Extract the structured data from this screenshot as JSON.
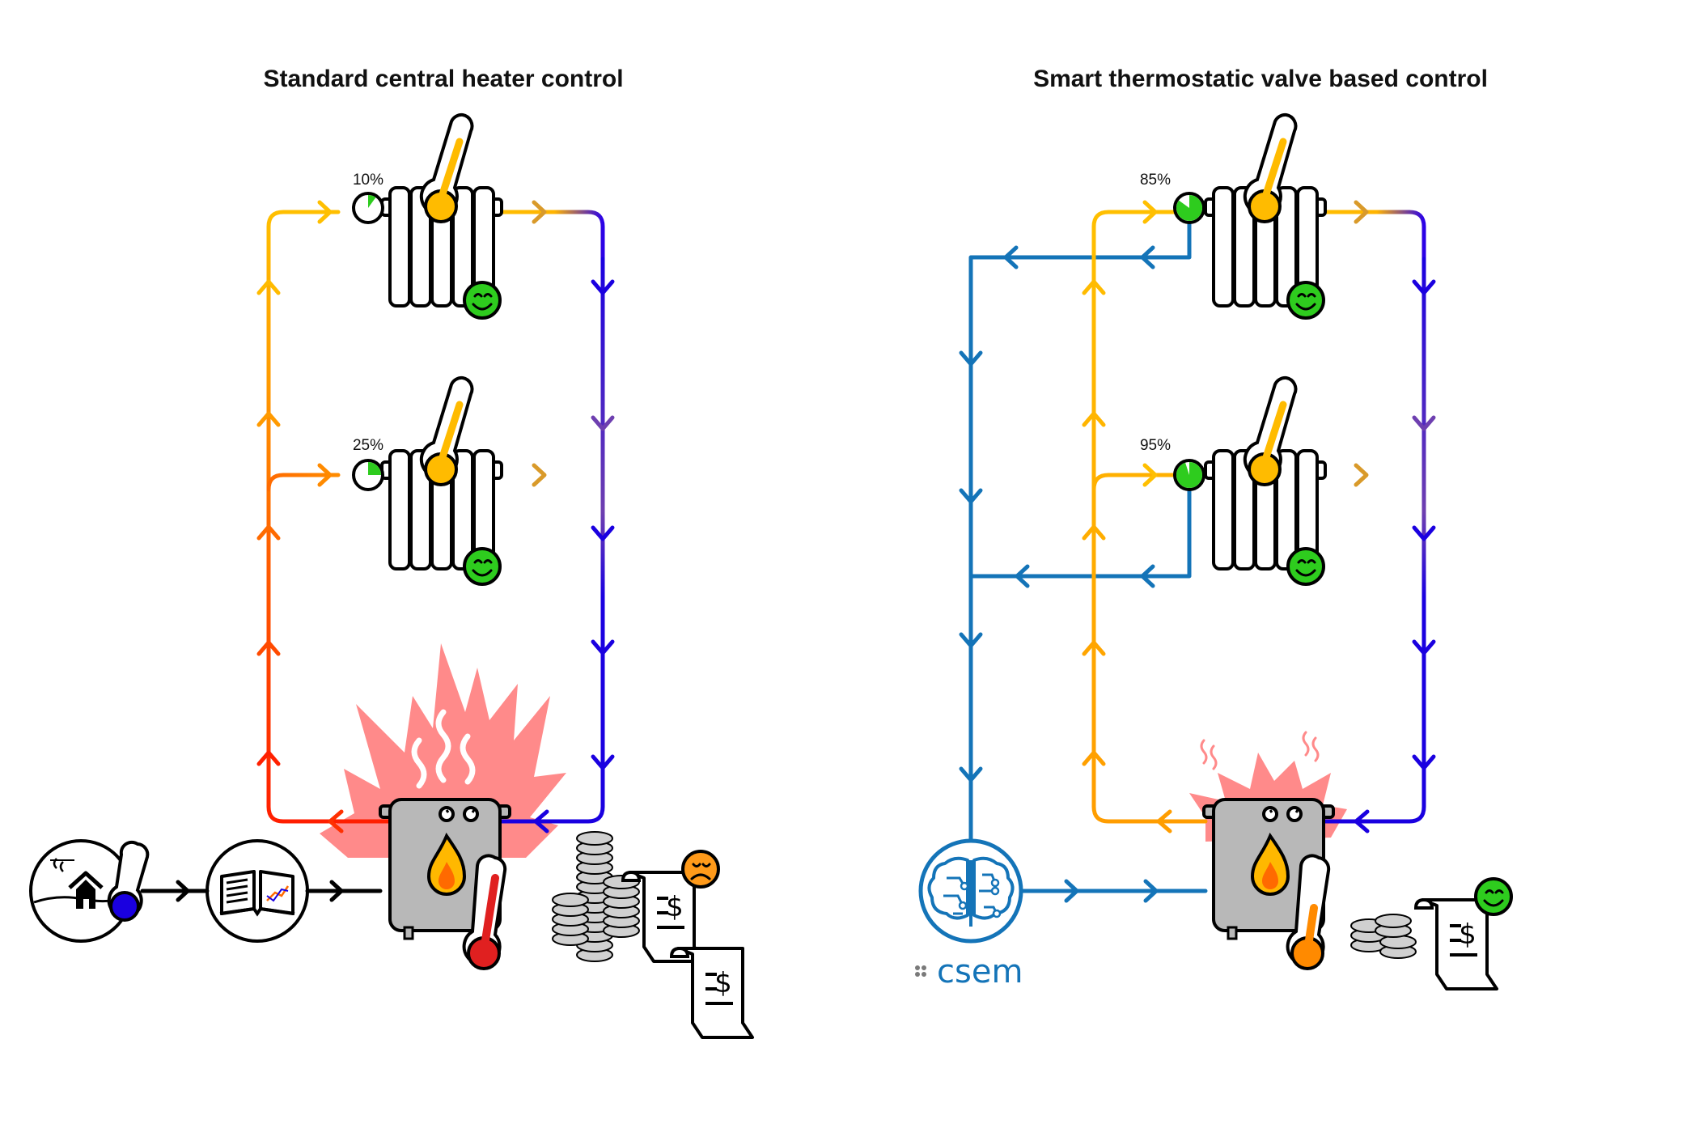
{
  "panels": {
    "left": {
      "title": "Standard central heater control",
      "valve_top": {
        "label": "10%",
        "fraction": 0.1
      },
      "valve_mid": {
        "label": "25%",
        "fraction": 0.25
      },
      "comfort": [
        "happy",
        "happy"
      ],
      "bill": "unhappy"
    },
    "right": {
      "title": "Smart thermostatic valve based control",
      "valve_top": {
        "label": "85%",
        "fraction": 0.85
      },
      "valve_mid": {
        "label": "95%",
        "fraction": 0.95
      },
      "comfort": [
        "happy",
        "happy"
      ],
      "bill": "happy",
      "logo_text": "csem"
    }
  },
  "icons": [
    "house-thermometer-icon",
    "book-icon",
    "boiler-icon",
    "flame-icon",
    "radiator-icon",
    "thermometer-icon",
    "smiley-icon",
    "coins-icon",
    "invoice-icon",
    "brain-circuit-icon"
  ],
  "colors": {
    "supply_hot": "#ff1e00",
    "supply_orange": "#ff8000",
    "supply_yellow": "#ffbf00",
    "return_blue": "#1a00e0",
    "return_purple": "#6e3fb0",
    "control_blue": "#1474b8",
    "happy_green": "#2ecc1e",
    "unhappy_orange": "#ff9a1a",
    "flame_big": "#ff8a8a",
    "boiler_gray": "#b8b8b8"
  }
}
